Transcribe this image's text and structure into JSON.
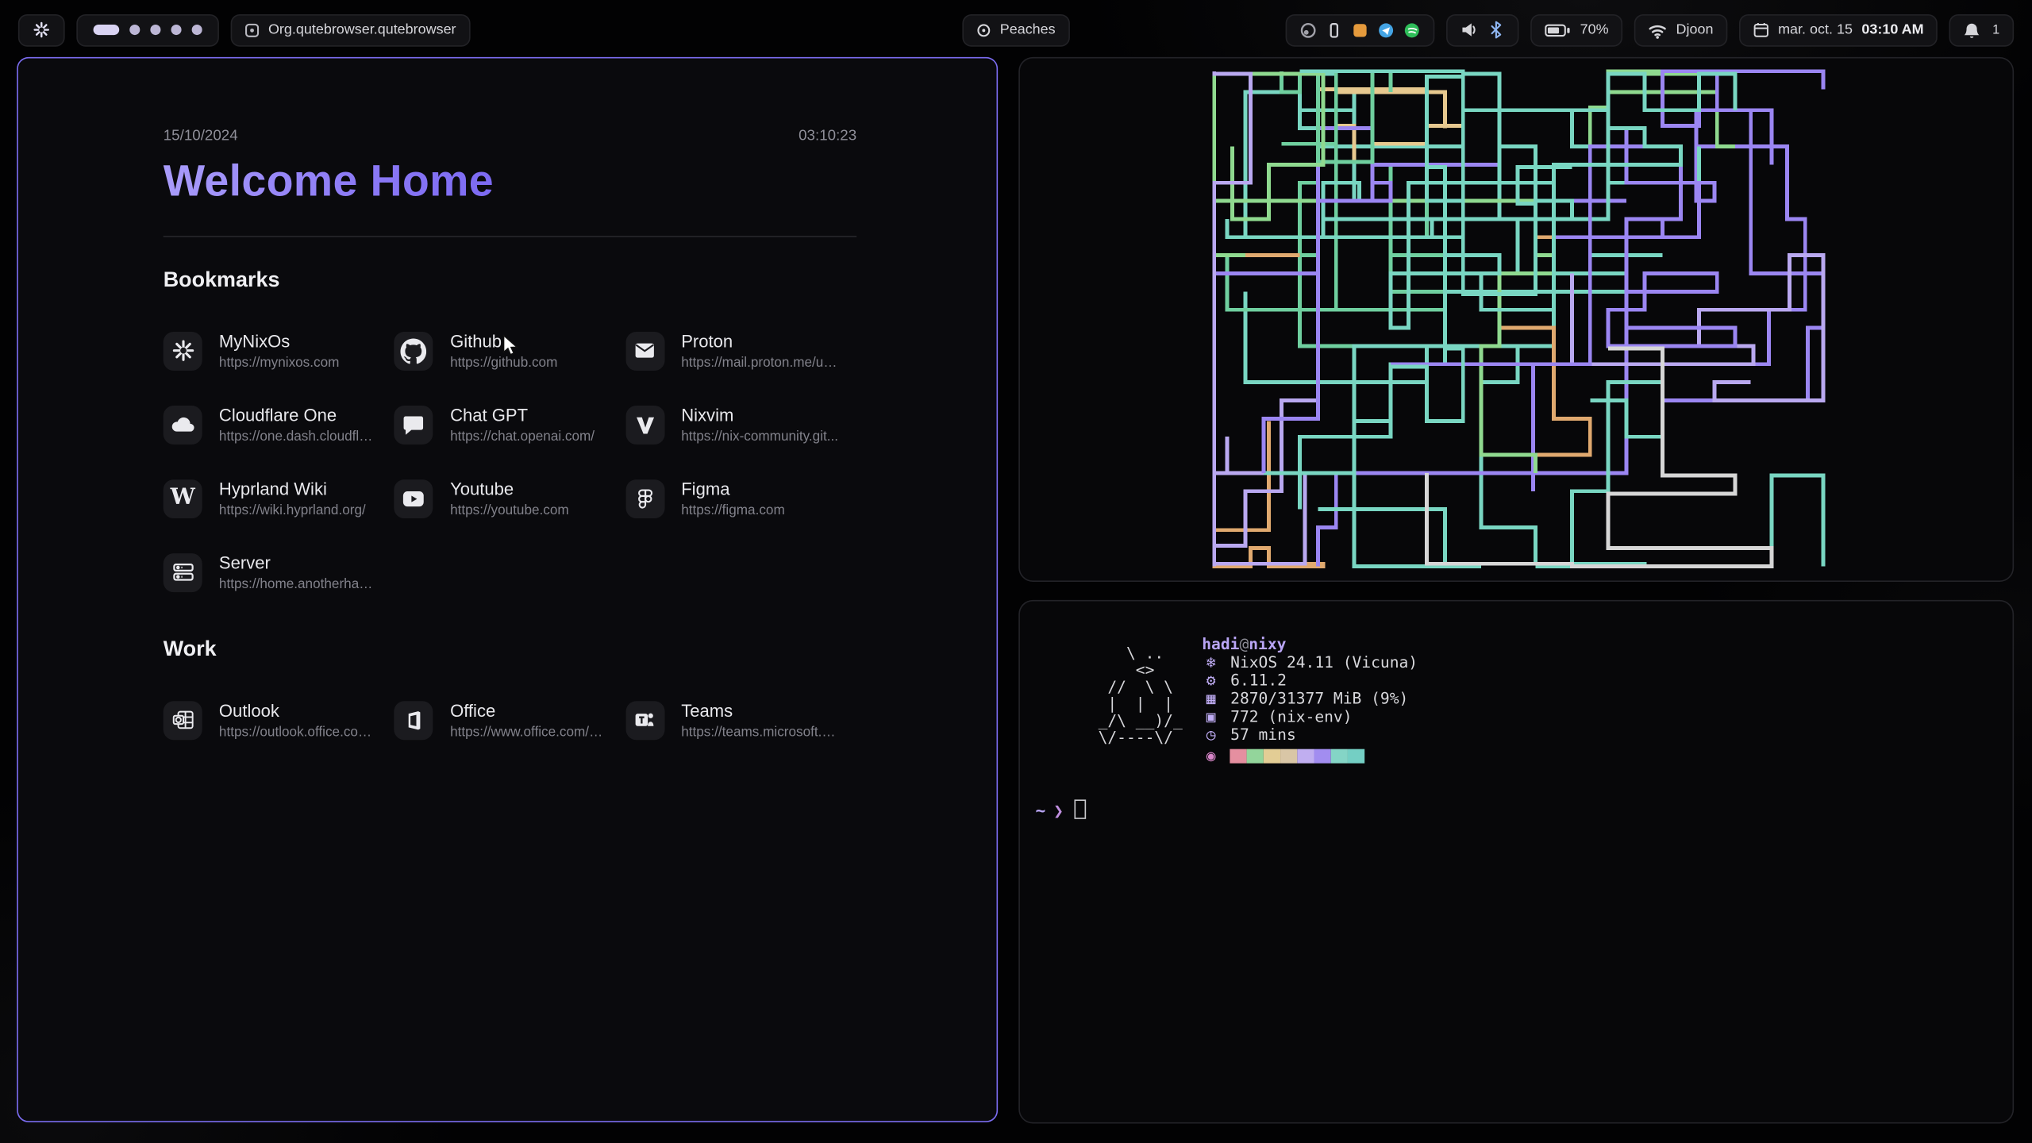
{
  "topbar": {
    "workspaces": {
      "total": 5,
      "active_index": 0
    },
    "window_title": "Org.qutebrowser.qutebrowser",
    "media": {
      "label": "Peaches"
    },
    "battery": {
      "percent": "70%"
    },
    "network": {
      "name": "Djoon"
    },
    "clock": {
      "date": "mar. oct. 15",
      "time": "03:10 AM"
    },
    "notifications": {
      "count": "1"
    }
  },
  "startpage": {
    "date": "15/10/2024",
    "time": "03:10:23",
    "title": "Welcome Home",
    "wiki_glyph": "W",
    "sections": [
      {
        "heading": "Bookmarks",
        "items": [
          {
            "name": "MyNixOs",
            "url": "https://mynixos.com"
          },
          {
            "name": "Github",
            "url": "https://github.com"
          },
          {
            "name": "Proton",
            "url": "https://mail.proton.me/u/0..."
          },
          {
            "name": "Cloudflare One",
            "url": "https://one.dash.cloudflar..."
          },
          {
            "name": "Chat GPT",
            "url": "https://chat.openai.com/"
          },
          {
            "name": "Nixvim",
            "url": "https://nix-community.git..."
          },
          {
            "name": "Hyprland Wiki",
            "url": "https://wiki.hyprland.org/"
          },
          {
            "name": "Youtube",
            "url": "https://youtube.com"
          },
          {
            "name": "Figma",
            "url": "https://figma.com"
          },
          {
            "name": "Server",
            "url": "https://home.anotherhadi..."
          }
        ]
      },
      {
        "heading": "Work",
        "items": [
          {
            "name": "Outlook",
            "url": "https://outlook.office.com/..."
          },
          {
            "name": "Office",
            "url": "https://www.office.com/?a..."
          },
          {
            "name": "Teams",
            "url": "https://teams.microsoft.co..."
          }
        ]
      }
    ]
  },
  "pipes": {
    "colors": [
      "#79d6c2",
      "#79d6c2",
      "#79d6c2",
      "#8fd98f",
      "#8fd98f",
      "#6fcf9f",
      "#9b86f2",
      "#b9a8f0",
      "#e6c88f",
      "#e0a96f",
      "#d6d6d6",
      "#79d6c2",
      "#8fd98f",
      "#9b86f2"
    ]
  },
  "fetch": {
    "ascii": [
      "     \\ ..",
      "      <>",
      "   //  \\ \\",
      "   |  |  |",
      "  _/\\ __)/_",
      "  \\/----\\/"
    ],
    "user": "hadi",
    "at": "@",
    "host": "nixy",
    "lines": [
      {
        "icon": "❄",
        "text": "NixOS 24.11 (Vicuna)"
      },
      {
        "icon": "⚙",
        "text": "6.11.2"
      },
      {
        "icon": "▦",
        "text": "2870/31377 MiB (9%)"
      },
      {
        "icon": "▣",
        "text": "772 (nix-env)"
      },
      {
        "icon": "◷",
        "text": "57 mins"
      }
    ],
    "palette_icon": "◉",
    "palette": [
      "#e58fa0",
      "#93d59b",
      "#e3cd95",
      "#d9c6a6",
      "#c0aef0",
      "#a28df0",
      "#84d5c6",
      "#74cfc4"
    ],
    "prompt": {
      "path": "~",
      "symbol": "❯"
    }
  }
}
